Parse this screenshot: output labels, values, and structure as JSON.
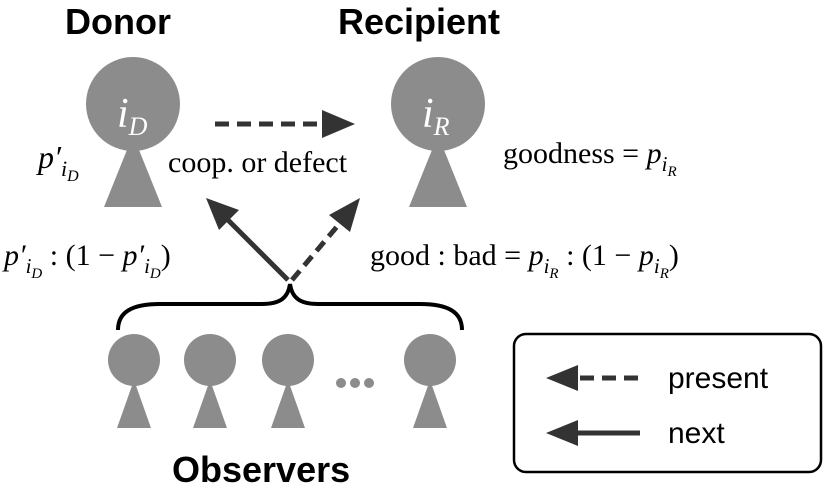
{
  "labels": {
    "donor": "Donor",
    "recipient": "Recipient",
    "observers": "Observers"
  },
  "agents": {
    "donor_id": {
      "base": "i",
      "sub": "D"
    },
    "recipient_id": {
      "base": "i",
      "sub": "R"
    }
  },
  "formulas": {
    "donor_p": {
      "base": "p′",
      "sub1": "i",
      "sub2": "D"
    },
    "action": "coop. or defect",
    "goodness": {
      "lhs": "goodness = ",
      "base": "p",
      "sub1": "i",
      "sub2": "R"
    },
    "donor_ratio": {
      "p1": "p′",
      "s1a": "i",
      "s1b": "D",
      "mid": " : (1 − ",
      "p2": "p′",
      "s2a": "i",
      "s2b": "D",
      "end": ")"
    },
    "good_bad": {
      "lhs": "good : bad = ",
      "p1": "p",
      "s1a": "i",
      "s1b": "R",
      "mid": " : (1 − ",
      "p2": "p",
      "s2a": "i",
      "s2b": "R",
      "end": ")"
    }
  },
  "observers_ellipsis": "…",
  "legend": {
    "present_label": "present",
    "next_label": "next"
  },
  "colors": {
    "figure_gray": "#8c8c8c",
    "arrow_dark": "#333333",
    "text": "#000000"
  }
}
